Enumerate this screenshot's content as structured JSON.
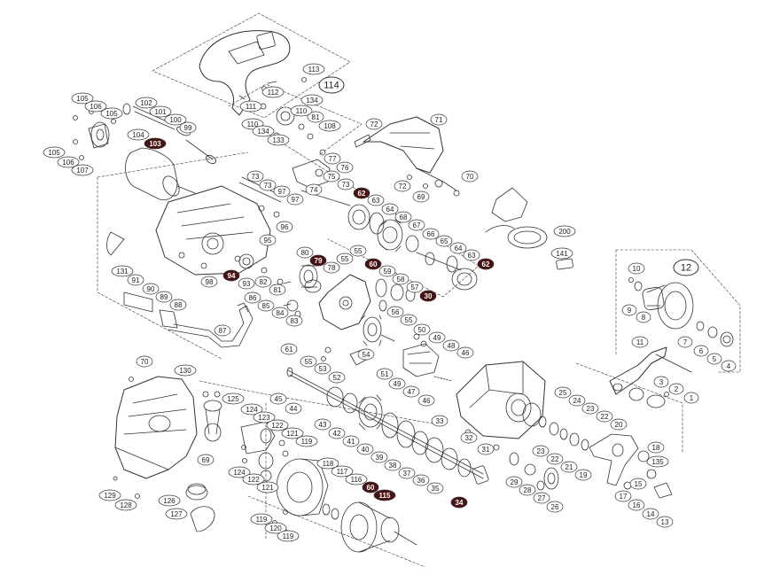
{
  "colors": {
    "line": "#333333",
    "highlight": "#4a1212",
    "background": "#ffffff"
  },
  "callouts": [
    {
      "id": "c-114",
      "text": "114",
      "style": "big"
    },
    {
      "id": "c-113",
      "text": "113"
    },
    {
      "id": "c-112",
      "text": "112"
    },
    {
      "id": "c-111",
      "text": "111"
    },
    {
      "id": "c-134a",
      "text": "134"
    },
    {
      "id": "c-110a",
      "text": "110"
    },
    {
      "id": "c-81",
      "text": "81"
    },
    {
      "id": "c-110b",
      "text": "110"
    },
    {
      "id": "c-108",
      "text": "108"
    },
    {
      "id": "c-134b",
      "text": "134"
    },
    {
      "id": "c-133",
      "text": "133"
    },
    {
      "id": "c-105a",
      "text": "105"
    },
    {
      "id": "c-106a",
      "text": "106"
    },
    {
      "id": "c-105b",
      "text": "105"
    },
    {
      "id": "c-102",
      "text": "102"
    },
    {
      "id": "c-101",
      "text": "101"
    },
    {
      "id": "c-100",
      "text": "100"
    },
    {
      "id": "c-99",
      "text": "99"
    },
    {
      "id": "c-104",
      "text": "104"
    },
    {
      "id": "c-103",
      "text": "103",
      "style": "hl"
    },
    {
      "id": "c-105c",
      "text": "105"
    },
    {
      "id": "c-106b",
      "text": "106"
    },
    {
      "id": "c-107",
      "text": "107"
    },
    {
      "id": "c-72a",
      "text": "72"
    },
    {
      "id": "c-71",
      "text": "71"
    },
    {
      "id": "c-77",
      "text": "77"
    },
    {
      "id": "c-76",
      "text": "76"
    },
    {
      "id": "c-75",
      "text": "75"
    },
    {
      "id": "c-73a",
      "text": "73"
    },
    {
      "id": "c-74",
      "text": "74"
    },
    {
      "id": "c-73b",
      "text": "73"
    },
    {
      "id": "c-73c",
      "text": "73"
    },
    {
      "id": "c-97a",
      "text": "97"
    },
    {
      "id": "c-97b",
      "text": "97"
    },
    {
      "id": "c-72b",
      "text": "72"
    },
    {
      "id": "c-69a",
      "text": "69"
    },
    {
      "id": "c-70",
      "text": "70"
    },
    {
      "id": "c-62a",
      "text": "62",
      "style": "hl"
    },
    {
      "id": "c-63a",
      "text": "63"
    },
    {
      "id": "c-64a",
      "text": "64"
    },
    {
      "id": "c-68",
      "text": "68"
    },
    {
      "id": "c-67",
      "text": "67"
    },
    {
      "id": "c-66",
      "text": "66"
    },
    {
      "id": "c-65",
      "text": "65"
    },
    {
      "id": "c-64b",
      "text": "64"
    },
    {
      "id": "c-63b",
      "text": "63"
    },
    {
      "id": "c-62b",
      "text": "62",
      "style": "hl"
    },
    {
      "id": "c-200",
      "text": "200"
    },
    {
      "id": "c-141",
      "text": "141"
    },
    {
      "id": "c-96",
      "text": "96"
    },
    {
      "id": "c-95",
      "text": "95"
    },
    {
      "id": "c-131",
      "text": "131"
    },
    {
      "id": "c-91",
      "text": "91"
    },
    {
      "id": "c-98",
      "text": "98"
    },
    {
      "id": "c-94",
      "text": "94",
      "style": "hl"
    },
    {
      "id": "c-93",
      "text": "93"
    },
    {
      "id": "c-82",
      "text": "82"
    },
    {
      "id": "c-80",
      "text": "80"
    },
    {
      "id": "c-79",
      "text": "79",
      "style": "hl"
    },
    {
      "id": "c-78",
      "text": "78"
    },
    {
      "id": "c-55a",
      "text": "55"
    },
    {
      "id": "c-55b",
      "text": "55"
    },
    {
      "id": "c-60a",
      "text": "60",
      "style": "hl"
    },
    {
      "id": "c-59",
      "text": "59"
    },
    {
      "id": "c-58",
      "text": "58"
    },
    {
      "id": "c-57",
      "text": "57"
    },
    {
      "id": "c-30",
      "text": "30",
      "style": "hl"
    },
    {
      "id": "c-81b",
      "text": "81"
    },
    {
      "id": "c-86",
      "text": "86"
    },
    {
      "id": "c-85",
      "text": "85"
    },
    {
      "id": "c-84",
      "text": "84"
    },
    {
      "id": "c-83",
      "text": "83"
    },
    {
      "id": "c-90",
      "text": "90"
    },
    {
      "id": "c-89",
      "text": "89"
    },
    {
      "id": "c-88",
      "text": "88"
    },
    {
      "id": "c-87",
      "text": "87"
    },
    {
      "id": "c-56",
      "text": "56"
    },
    {
      "id": "c-55c",
      "text": "55"
    },
    {
      "id": "c-61",
      "text": "61"
    },
    {
      "id": "c-50",
      "text": "50"
    },
    {
      "id": "c-49a",
      "text": "49"
    },
    {
      "id": "c-48",
      "text": "48"
    },
    {
      "id": "c-46a",
      "text": "46"
    },
    {
      "id": "c-55d",
      "text": "55"
    },
    {
      "id": "c-53",
      "text": "53"
    },
    {
      "id": "c-54",
      "text": "54"
    },
    {
      "id": "c-52",
      "text": "52"
    },
    {
      "id": "c-51",
      "text": "51"
    },
    {
      "id": "c-49b",
      "text": "49"
    },
    {
      "id": "c-47",
      "text": "47"
    },
    {
      "id": "c-46b",
      "text": "46"
    },
    {
      "id": "c-45",
      "text": "45"
    },
    {
      "id": "c-44",
      "text": "44"
    },
    {
      "id": "c-12",
      "text": "12",
      "style": "big"
    },
    {
      "id": "c-10",
      "text": "10"
    },
    {
      "id": "c-8",
      "text": "8"
    },
    {
      "id": "c-9",
      "text": "9"
    },
    {
      "id": "c-7",
      "text": "7"
    },
    {
      "id": "c-6",
      "text": "6"
    },
    {
      "id": "c-5",
      "text": "5"
    },
    {
      "id": "c-4",
      "text": "4"
    },
    {
      "id": "c-11",
      "text": "11"
    },
    {
      "id": "c-3",
      "text": "3"
    },
    {
      "id": "c-2",
      "text": "2"
    },
    {
      "id": "c-1",
      "text": "1"
    },
    {
      "id": "c-70b",
      "text": "70"
    },
    {
      "id": "c-130",
      "text": "130"
    },
    {
      "id": "c-125",
      "text": "125"
    },
    {
      "id": "c-124a",
      "text": "124"
    },
    {
      "id": "c-123",
      "text": "123"
    },
    {
      "id": "c-122a",
      "text": "122"
    },
    {
      "id": "c-121a",
      "text": "121"
    },
    {
      "id": "c-119a",
      "text": "119"
    },
    {
      "id": "c-69b",
      "text": "69"
    },
    {
      "id": "c-124b",
      "text": "124"
    },
    {
      "id": "c-122b",
      "text": "122"
    },
    {
      "id": "c-121b",
      "text": "121"
    },
    {
      "id": "c-129",
      "text": "129"
    },
    {
      "id": "c-128",
      "text": "128"
    },
    {
      "id": "c-126",
      "text": "126"
    },
    {
      "id": "c-127",
      "text": "127"
    },
    {
      "id": "c-118",
      "text": "118"
    },
    {
      "id": "c-117",
      "text": "117"
    },
    {
      "id": "c-116",
      "text": "116"
    },
    {
      "id": "c-60b",
      "text": "60",
      "style": "hl"
    },
    {
      "id": "c-115",
      "text": "115",
      "style": "hl"
    },
    {
      "id": "c-119b",
      "text": "119"
    },
    {
      "id": "c-120",
      "text": "120"
    },
    {
      "id": "c-119c",
      "text": "119"
    },
    {
      "id": "c-43",
      "text": "43"
    },
    {
      "id": "c-42",
      "text": "42"
    },
    {
      "id": "c-41",
      "text": "41"
    },
    {
      "id": "c-40",
      "text": "40"
    },
    {
      "id": "c-39",
      "text": "39"
    },
    {
      "id": "c-38",
      "text": "38"
    },
    {
      "id": "c-37",
      "text": "37"
    },
    {
      "id": "c-36",
      "text": "36"
    },
    {
      "id": "c-35",
      "text": "35"
    },
    {
      "id": "c-34",
      "text": "34",
      "style": "hl"
    },
    {
      "id": "c-33",
      "text": "33"
    },
    {
      "id": "c-32",
      "text": "32"
    },
    {
      "id": "c-31",
      "text": "31"
    },
    {
      "id": "c-25",
      "text": "25"
    },
    {
      "id": "c-24",
      "text": "24"
    },
    {
      "id": "c-23a",
      "text": "23"
    },
    {
      "id": "c-22a",
      "text": "22"
    },
    {
      "id": "c-20",
      "text": "20"
    },
    {
      "id": "c-23b",
      "text": "23"
    },
    {
      "id": "c-22b",
      "text": "22"
    },
    {
      "id": "c-21",
      "text": "21"
    },
    {
      "id": "c-19",
      "text": "19"
    },
    {
      "id": "c-18",
      "text": "18"
    },
    {
      "id": "c-135",
      "text": "135"
    },
    {
      "id": "c-29",
      "text": "29"
    },
    {
      "id": "c-28",
      "text": "28"
    },
    {
      "id": "c-27",
      "text": "27"
    },
    {
      "id": "c-26",
      "text": "26"
    },
    {
      "id": "c-17",
      "text": "17"
    },
    {
      "id": "c-16",
      "text": "16"
    },
    {
      "id": "c-15",
      "text": "15"
    },
    {
      "id": "c-14",
      "text": "14"
    },
    {
      "id": "c-13",
      "text": "13"
    }
  ]
}
